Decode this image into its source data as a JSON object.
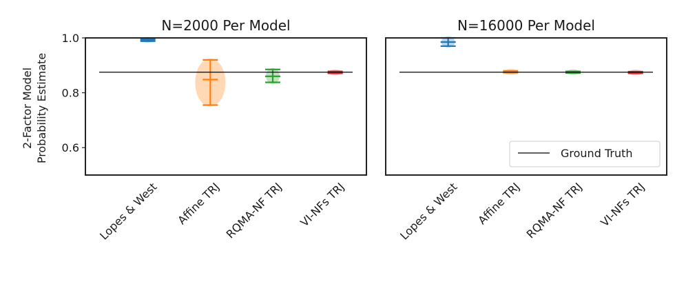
{
  "chart_data": {
    "type": "violin",
    "ylabel_line1": "2-Factor Model",
    "ylabel_line2": "Probability Estimate",
    "ylim": [
      0.5,
      1.0
    ],
    "yticks": [
      "0.6",
      "0.8",
      "1.0"
    ],
    "categories": [
      "Lopes & West",
      "Affine TRJ",
      "RQMA-NF TRJ",
      "VI-NFs TRJ"
    ],
    "colors": [
      "#1f77b4",
      "#ff7f0e",
      "#2ca02c",
      "#d62728"
    ],
    "ground_truth": 0.875,
    "legend": {
      "label": "Ground Truth",
      "placement": "lower right"
    },
    "panels": [
      {
        "title": "N=2000 Per Model",
        "violins": [
          {
            "min": 0.988,
            "median": 0.993,
            "max": 0.998
          },
          {
            "min": 0.755,
            "median": 0.848,
            "max": 0.92
          },
          {
            "min": 0.838,
            "median": 0.86,
            "max": 0.885
          },
          {
            "min": 0.871,
            "median": 0.874,
            "max": 0.878
          }
        ]
      },
      {
        "title": "N=16000 Per Model",
        "violins": [
          {
            "min": 0.97,
            "median": 0.985,
            "max": 1.0
          },
          {
            "min": 0.873,
            "median": 0.876,
            "max": 0.88
          },
          {
            "min": 0.872,
            "median": 0.875,
            "max": 0.878
          },
          {
            "min": 0.871,
            "median": 0.874,
            "max": 0.877
          }
        ]
      }
    ]
  }
}
